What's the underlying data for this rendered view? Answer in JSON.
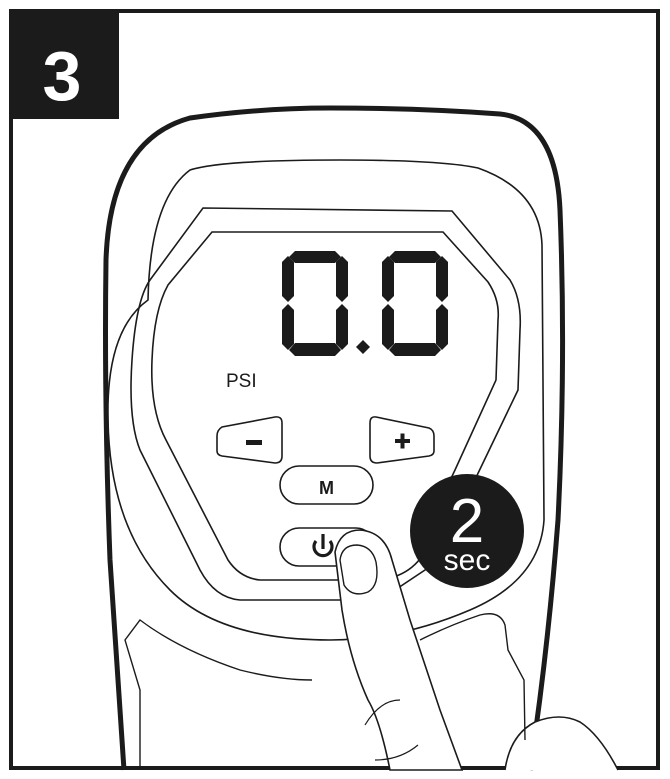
{
  "step": {
    "number": "3"
  },
  "device": {
    "display": {
      "reading": "0.0",
      "unit": "PSI"
    },
    "buttons": {
      "minus": {
        "label": "−",
        "icon": "minus-icon"
      },
      "plus": {
        "label": "+",
        "icon": "plus-icon"
      },
      "mode": {
        "label": "M"
      },
      "power": {
        "icon": "power-icon"
      }
    }
  },
  "hold_badge": {
    "value": "2",
    "unit": "sec"
  },
  "colors": {
    "ink": "#1b1b1b",
    "paper": "#ffffff"
  }
}
